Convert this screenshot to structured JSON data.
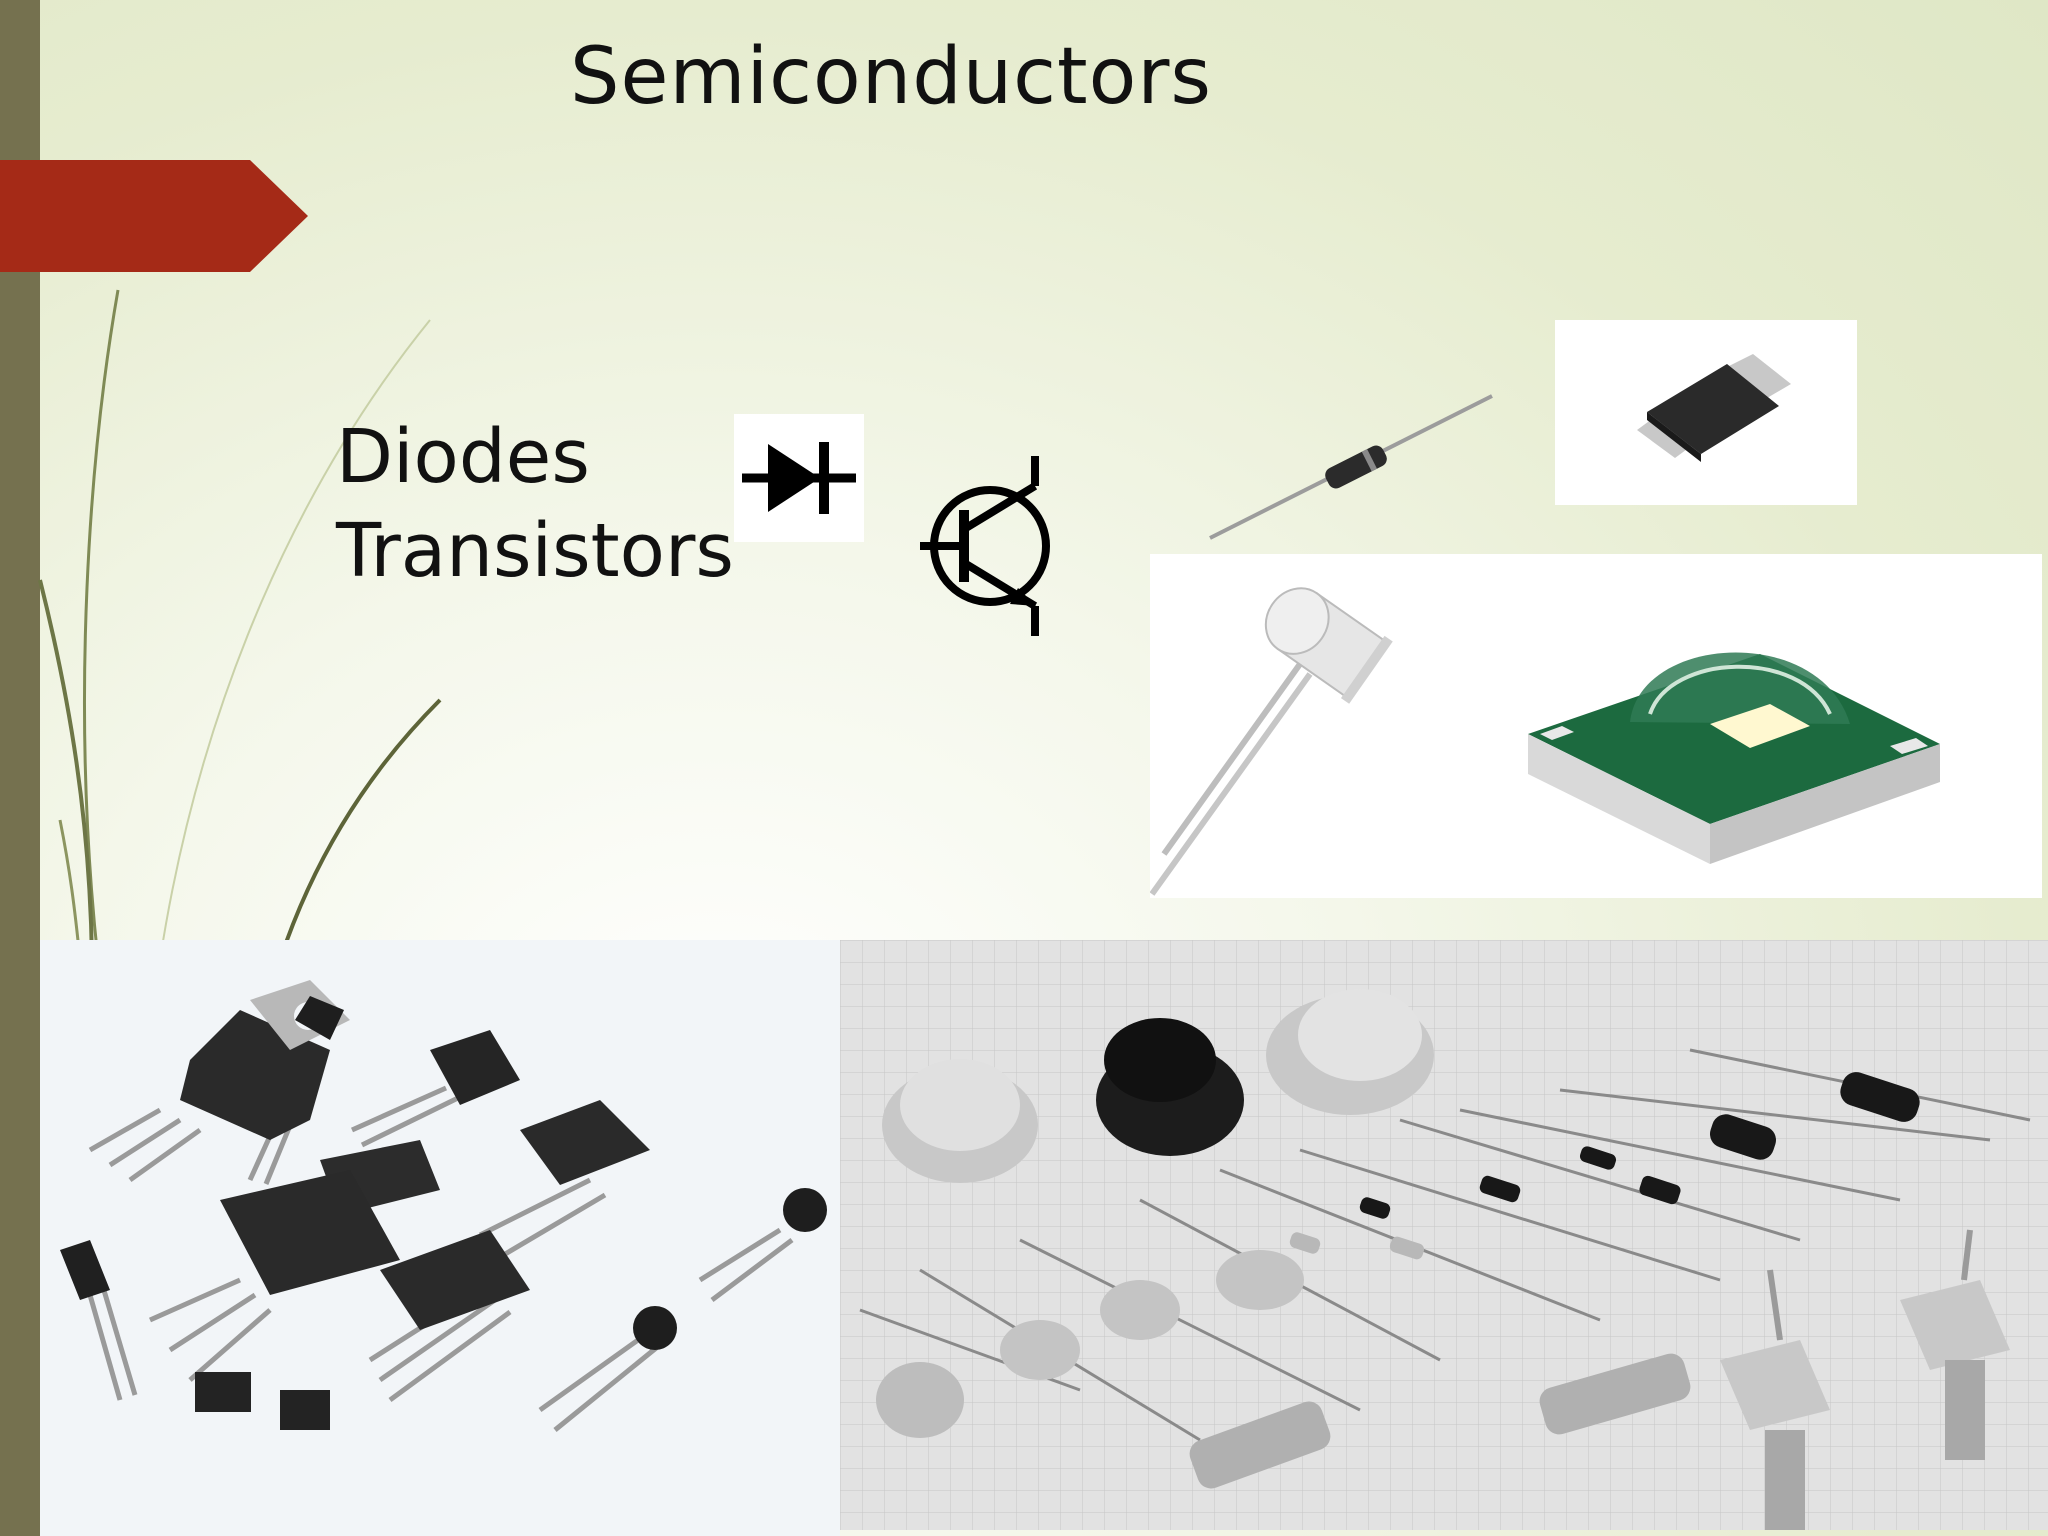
{
  "slide": {
    "title": "Semiconductors",
    "bullets": [
      "Diodes",
      "Transistors"
    ]
  },
  "images": {
    "diode_symbol": "diode-symbol",
    "transistor_symbol": "npn-transistor-symbol",
    "axial_diode": "axial-diode-photo",
    "smd_diode": "smd-diode-photo",
    "led": "led-photo",
    "power_led": "power-led-photo",
    "transistor_assortment": "transistor-assortment-photo",
    "semiconductor_assortment": "semiconductor-assortment-photo"
  },
  "colors": {
    "accent_arrow": "#a52a17",
    "side_bar": "#75714f",
    "background": "#e6eccf"
  }
}
